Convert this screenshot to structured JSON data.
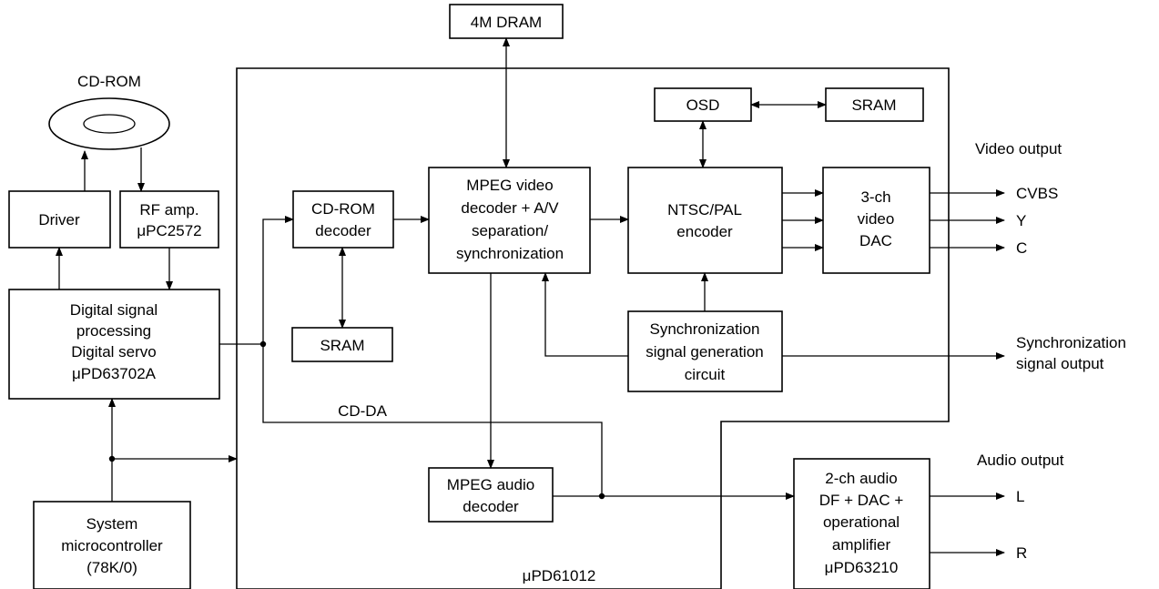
{
  "blocks": {
    "dram": [
      "4M DRAM"
    ],
    "cdrom": [
      "CD-ROM"
    ],
    "driver": [
      "Driver"
    ],
    "rf_amp": [
      "RF amp.",
      "μPC2572"
    ],
    "dsp": [
      "Digital signal",
      "processing",
      "Digital servo",
      "μPD63702A"
    ],
    "sys_mcu": [
      "System",
      "microcontroller",
      "(78K/0)"
    ],
    "cdrom_decoder": [
      "CD-ROM",
      "decoder"
    ],
    "sram_cd": [
      "SRAM"
    ],
    "mpeg_video": [
      "MPEG video",
      "decoder + A/V",
      "separation/",
      "synchronization"
    ],
    "osd": [
      "OSD"
    ],
    "sram_osd": [
      "SRAM"
    ],
    "ntsc_pal": [
      "NTSC/PAL",
      "encoder"
    ],
    "video_dac": [
      "3-ch",
      "video",
      "DAC"
    ],
    "sync_gen": [
      "Synchronization",
      "signal generation",
      "circuit"
    ],
    "mpeg_audio": [
      "MPEG audio",
      "decoder"
    ],
    "audio_dac": [
      "2-ch audio",
      "DF + DAC +",
      "operational",
      "amplifier",
      "μPD63210"
    ]
  },
  "labels": {
    "chip_name": "μPD61012",
    "cd_da": "CD-DA",
    "video_output": "Video output",
    "cvbs": "CVBS",
    "y": "Y",
    "c": "C",
    "sync_output": [
      "Synchronization",
      "signal output"
    ],
    "audio_output": "Audio output",
    "l": "L",
    "r": "R"
  }
}
